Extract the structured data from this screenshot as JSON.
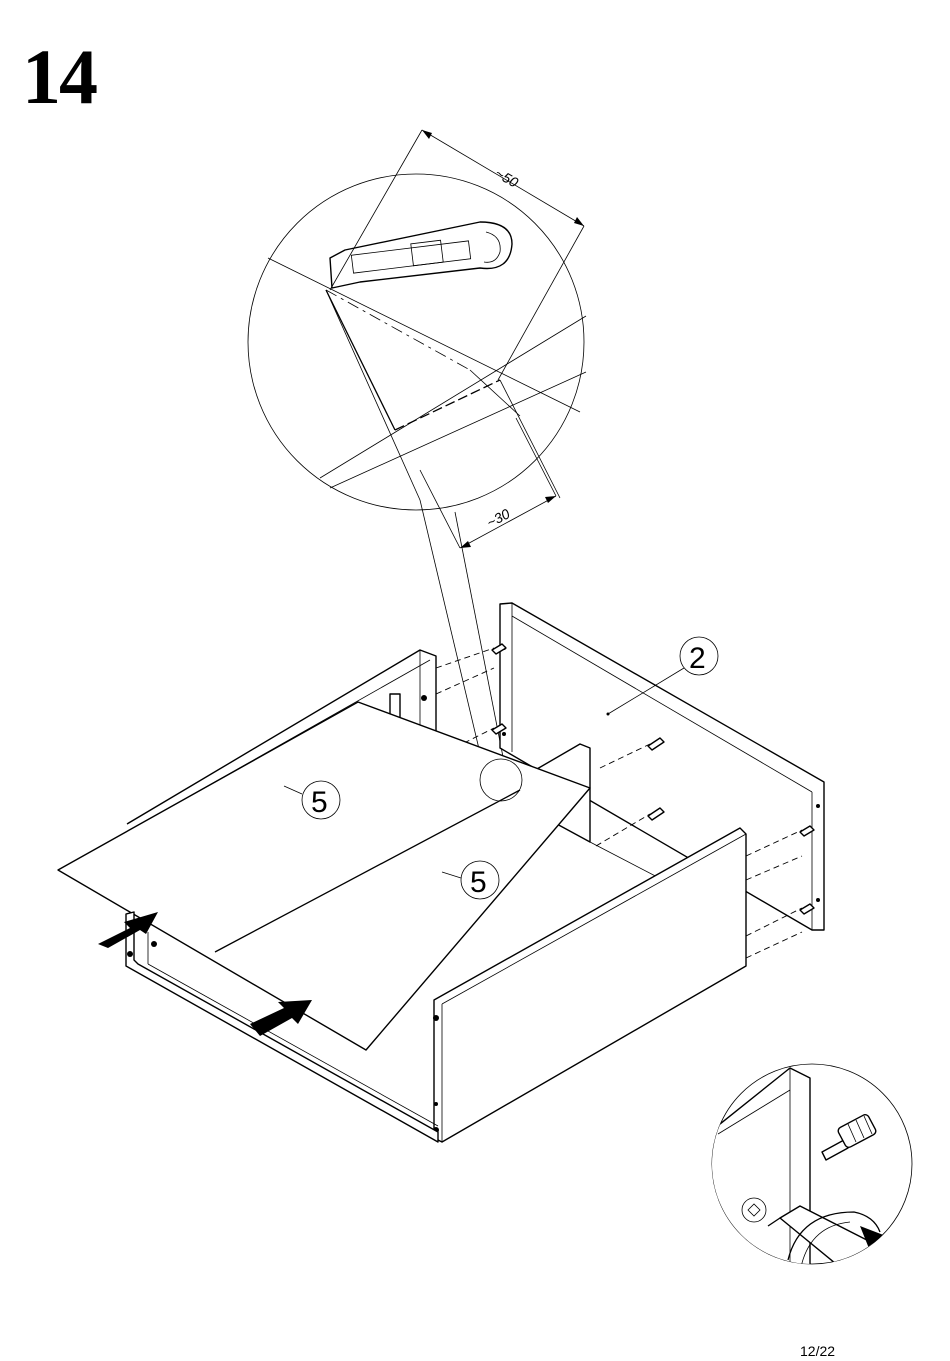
{
  "step": {
    "number": "14"
  },
  "detail_magnifier": {
    "dimension_long": "~50",
    "dimension_short": "~30"
  },
  "parts": [
    {
      "label": "2"
    },
    {
      "label": "5"
    },
    {
      "label": "5"
    }
  ],
  "icons": {
    "push_arrows": "push-arrow-icon",
    "screwdriver": "screwdriver-icon",
    "dowel": "dowel-icon",
    "rotate": "rotate-clockwise-icon"
  },
  "footer": {
    "page": "12/22"
  }
}
